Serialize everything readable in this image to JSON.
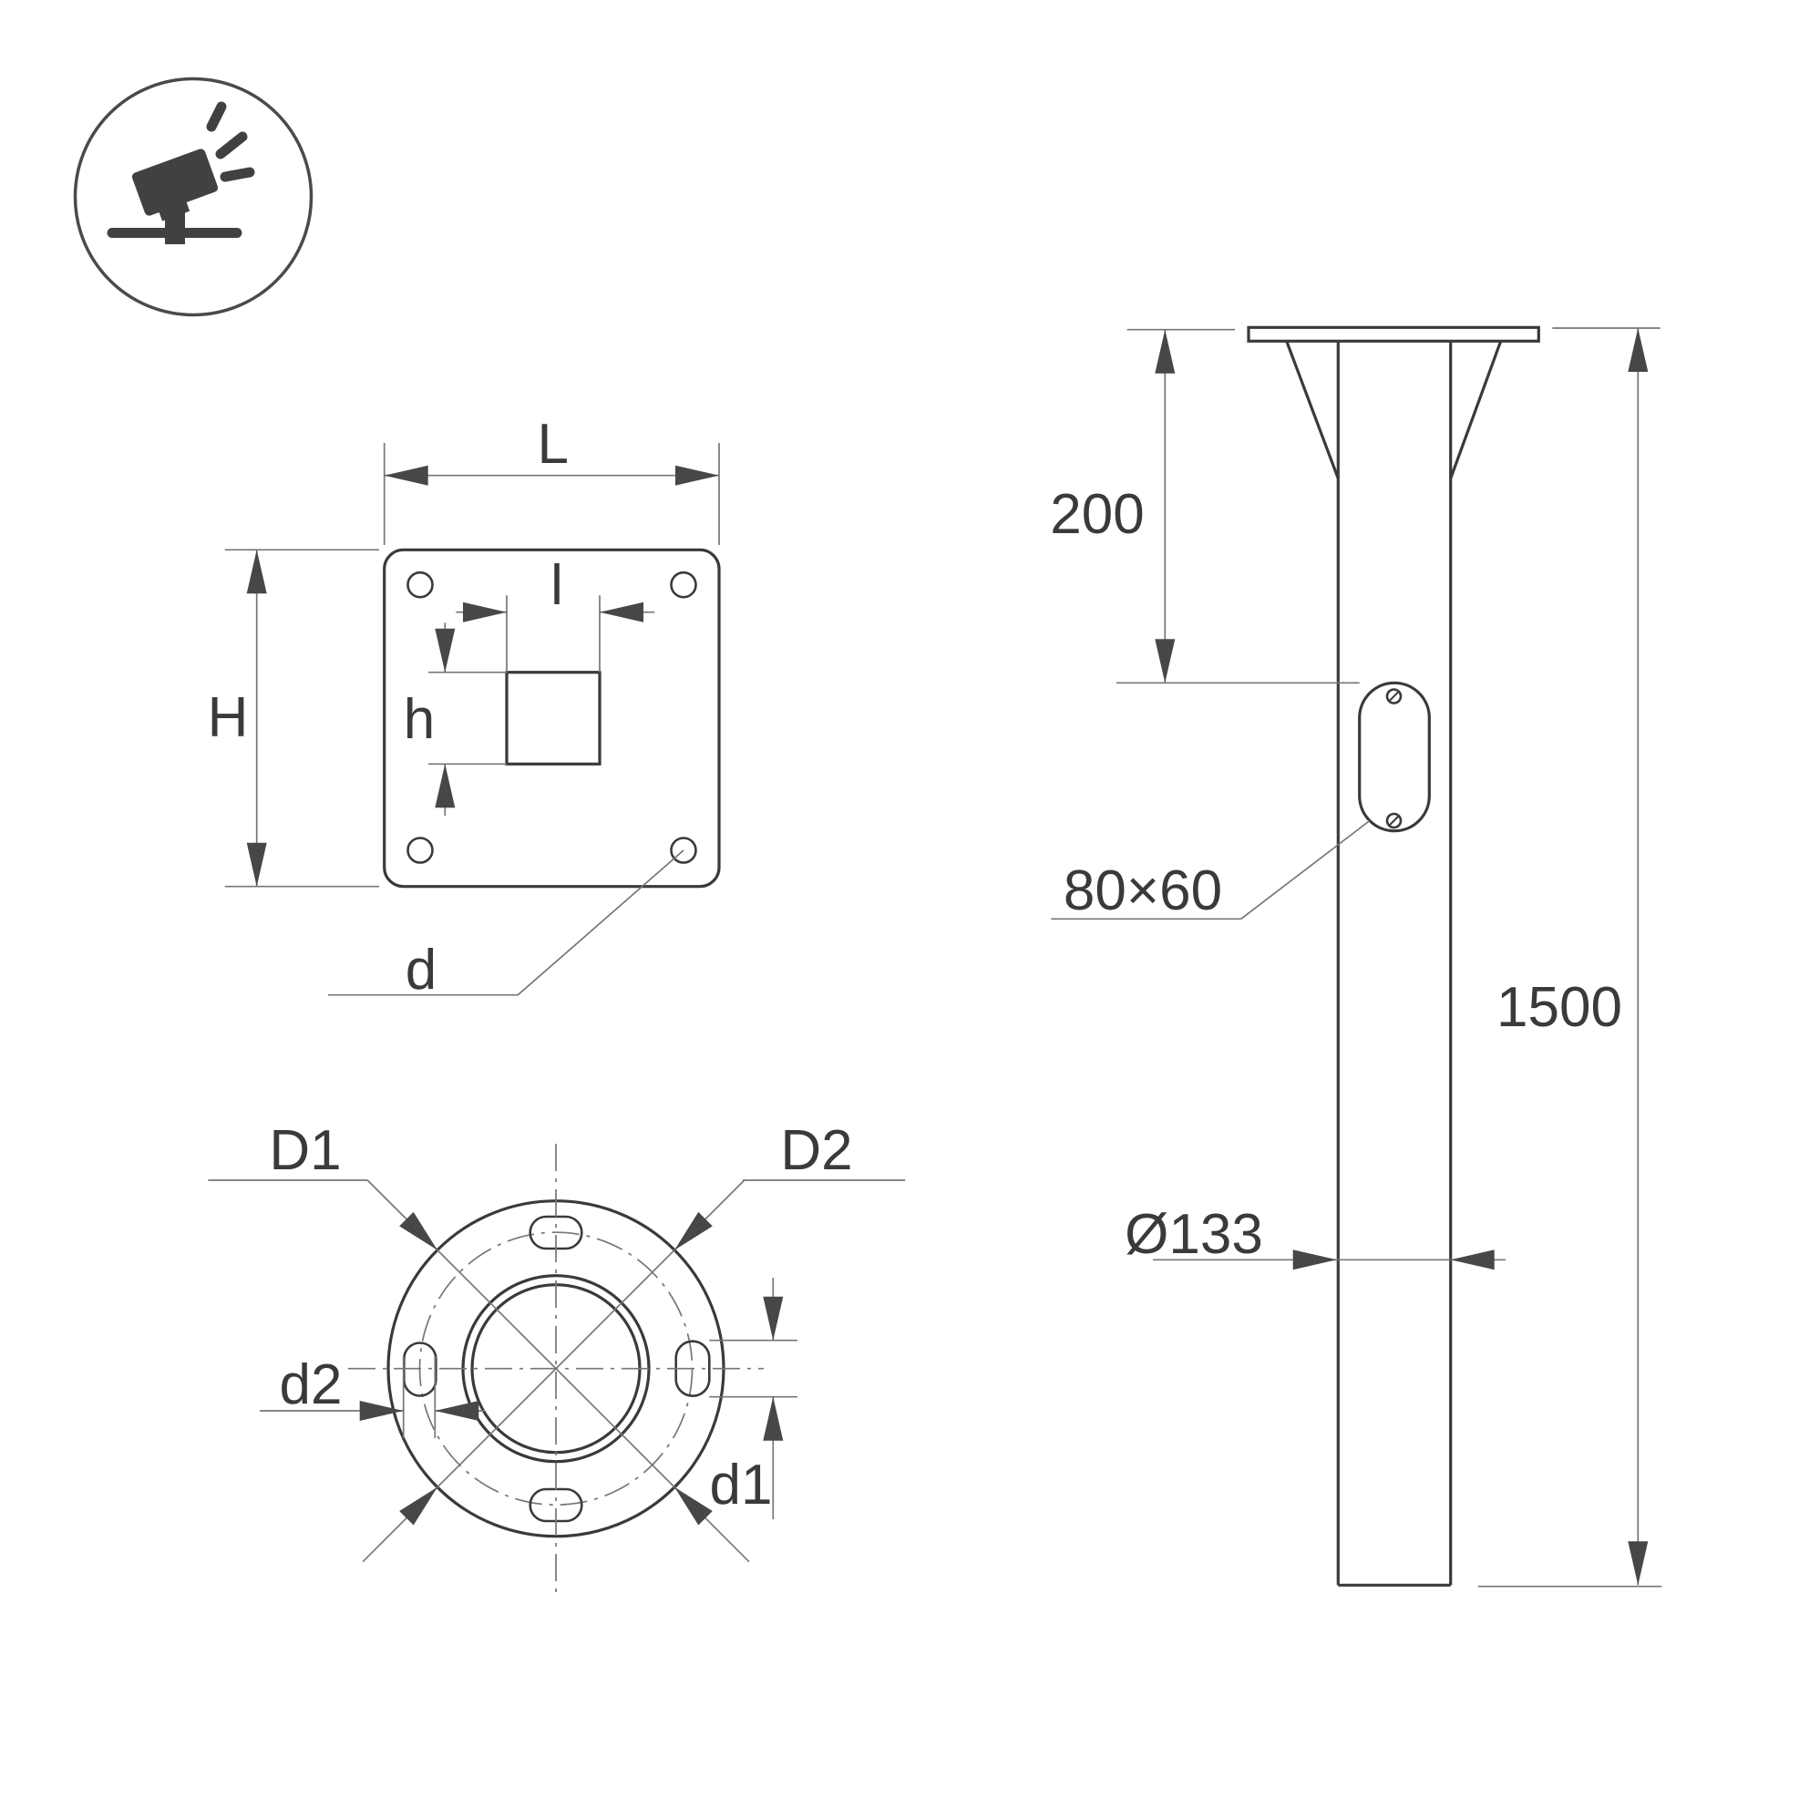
{
  "drawing": {
    "background": "#ffffff",
    "line_color": "#3a3a3d",
    "icon": {
      "name": "tilted-floodlight-on-base"
    },
    "square_flange_view": {
      "plate_width_label": "L",
      "inner_square_width_label": "l",
      "plate_height_label": "H",
      "inner_square_height_label": "h",
      "bolt_hole_label": "d"
    },
    "round_flange_view": {
      "outer_diameter_label": "D1",
      "bolt_circle_diameter_label": "D2",
      "slot_length_label": "d1",
      "slot_width_label": "d2"
    },
    "elevation_view": {
      "flange_to_hatch_label": "200",
      "hand_hole_size_label": "80×60",
      "pole_length_label": "1500",
      "pole_diameter_label": "Ø133"
    }
  }
}
